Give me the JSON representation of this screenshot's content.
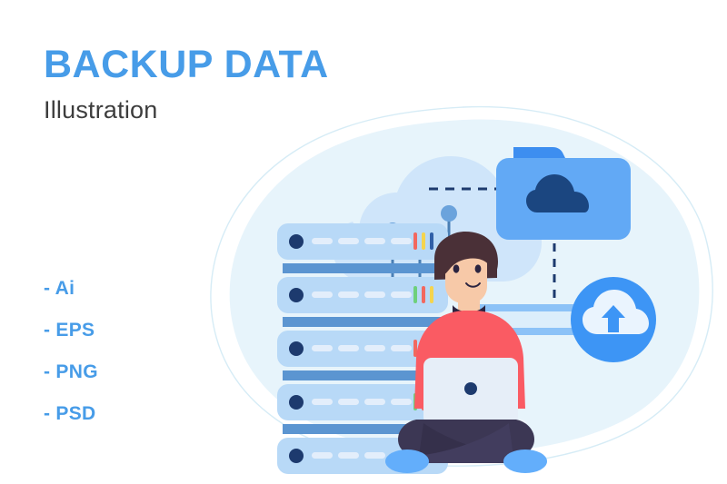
{
  "header": {
    "title": "BACKUP DATA",
    "subtitle": "Illustration"
  },
  "formats": {
    "items": [
      {
        "label": "- Ai"
      },
      {
        "label": "- EPS"
      },
      {
        "label": "- PNG"
      },
      {
        "label": "- PSD"
      }
    ]
  },
  "illustration": {
    "name": "backup-data-illustration",
    "alt_text": "Man sitting cross-legged with a laptop beside a server stack, cloud, folder and cloud-upload button",
    "elements": {
      "cloud": "cloud-shape",
      "server_stack": "server-rack",
      "folder": "folder-with-cloud-icon",
      "upload_button": "cloud-upload-circle",
      "progress_bar": "transfer-progress-bar",
      "person": "seated-person-with-laptop"
    },
    "server_units": [
      {
        "leds": [
          "#f2685f",
          "#f5d44e",
          "#2f5fa8"
        ]
      },
      {
        "leds": [
          "#6ed07b",
          "#f2685f",
          "#f5d44e"
        ]
      },
      {
        "leds": [
          "#f2685f",
          "#1d3a6e",
          "#6ed07b"
        ]
      },
      {
        "leds": [
          "#6ed07b",
          "#f2685f"
        ]
      },
      {
        "leds": [
          "#f2685f"
        ]
      }
    ],
    "cloud_pins": 3
  },
  "colors": {
    "brand_blue": "#479ce8",
    "title_blue": "#479ce8",
    "subtitle_gray": "#3d3d3d",
    "background": "#ffffff",
    "blob_fill": "#e7f4fb",
    "blob_stroke": "#d6ecf6",
    "cloud_fill": "#cfe5fa",
    "server_body": "#b8d9f7",
    "server_divider": "#5b95d1",
    "server_dot": "#1d3a6e",
    "server_dash": "#e3eefb",
    "folder_front": "#62a9f5",
    "folder_back": "#3d8ef0",
    "folder_cloud": "#1b4680",
    "upload_circle": "#3d95f5",
    "upload_icon": "#eaf4fe",
    "progress_track": "#8cc2f7",
    "progress_inner": "#dceefb",
    "shirt": "#fa5b63",
    "skin": "#f7c9a8",
    "hair": "#4a3037",
    "collar": "#2b2440",
    "laptop": "#e6eef8",
    "laptop_logo": "#1d3a6e",
    "pants": "#3c3754",
    "shoes": "#63aefb",
    "dash_line": "#1d3a6e",
    "pin_stem": "#4a7fb5",
    "pin_head": "#6ba3dc"
  }
}
